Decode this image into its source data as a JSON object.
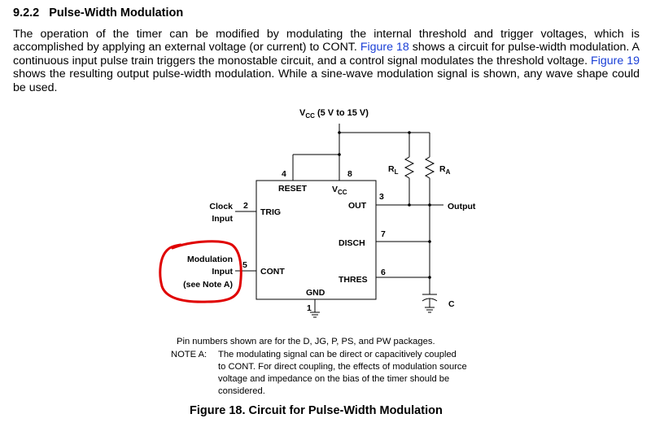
{
  "section": {
    "number": "9.2.2",
    "title": "Pulse-Width Modulation"
  },
  "paragraph": {
    "part1": "The operation of the timer can be modified by modulating the internal threshold and trigger voltages, which is accomplished by applying an external voltage (or current) to CONT. ",
    "link1": "Figure 18",
    "part2": " shows a circuit for pulse-width modulation. A continuous input pulse train triggers the monostable circuit, and a control signal modulates the threshold voltage. ",
    "link2": "Figure 19",
    "part3": " shows the resulting output pulse-width modulation. While a sine-wave modulation signal is shown, any wave shape could be used."
  },
  "circuit": {
    "vcc_label_main": "V",
    "vcc_label_sub": "CC",
    "vcc_label_rest": " (5 V to 15 V)",
    "pins": {
      "p1": "1",
      "p2": "2",
      "p3": "3",
      "p4": "4",
      "p5": "5",
      "p6": "6",
      "p7": "7",
      "p8": "8"
    },
    "chip": {
      "reset": "RESET",
      "vcc_main": "V",
      "vcc_sub": "CC",
      "out": "OUT",
      "trig": "TRIG",
      "disch": "DISCH",
      "cont": "CONT",
      "thres": "THRES",
      "gnd": "GND"
    },
    "rl_main": "R",
    "rl_sub": "L",
    "ra_main": "R",
    "ra_sub": "A",
    "c_label": "C",
    "output_label": "Output",
    "clock_line1": "Clock",
    "clock_line2": "Input",
    "mod_line1": "Modulation",
    "mod_line2": "Input",
    "mod_line3": "(see Note A)",
    "annotation_color": "#e00000"
  },
  "notes": {
    "pin_note": "Pin numbers shown are for the D, JG, P, PS, and PW packages.",
    "note_a_label": "NOTE A:",
    "note_a_line1": "The modulating signal can be direct or capacitively coupled",
    "note_a_line2": "to CONT. For direct coupling, the effects of modulation source",
    "note_a_line3": "voltage and impedance on the bias of the timer should be",
    "note_a_line4": "considered."
  },
  "caption": "Figure 18.  Circuit for Pulse-Width Modulation"
}
